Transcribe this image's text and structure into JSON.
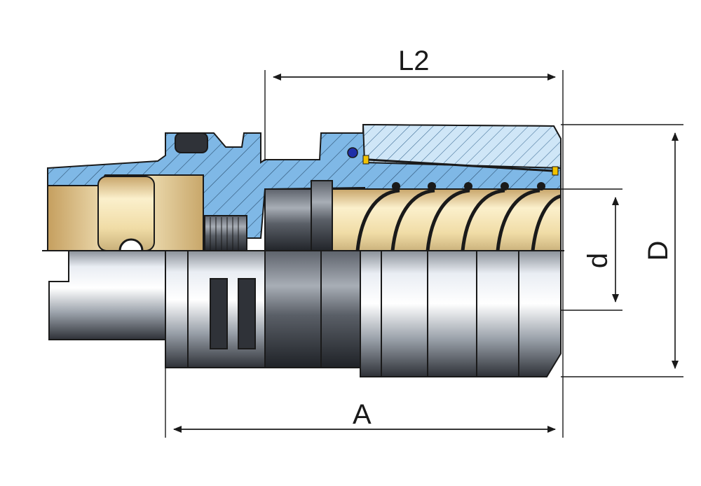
{
  "dimensions": {
    "l2": "L2",
    "a": "A",
    "d_small": "d",
    "d_large": "D"
  },
  "colors": {
    "body_section": "#7fb8e6",
    "body_section_light": "#cfe6f7",
    "brass": "#f3e3b0",
    "steel_dark": "#3a3d44",
    "steel_light": "#e8ecf2",
    "outline": "#1a1a1a",
    "marker_blue": "#1f2fa8",
    "marker_yellow": "#f2c200"
  }
}
